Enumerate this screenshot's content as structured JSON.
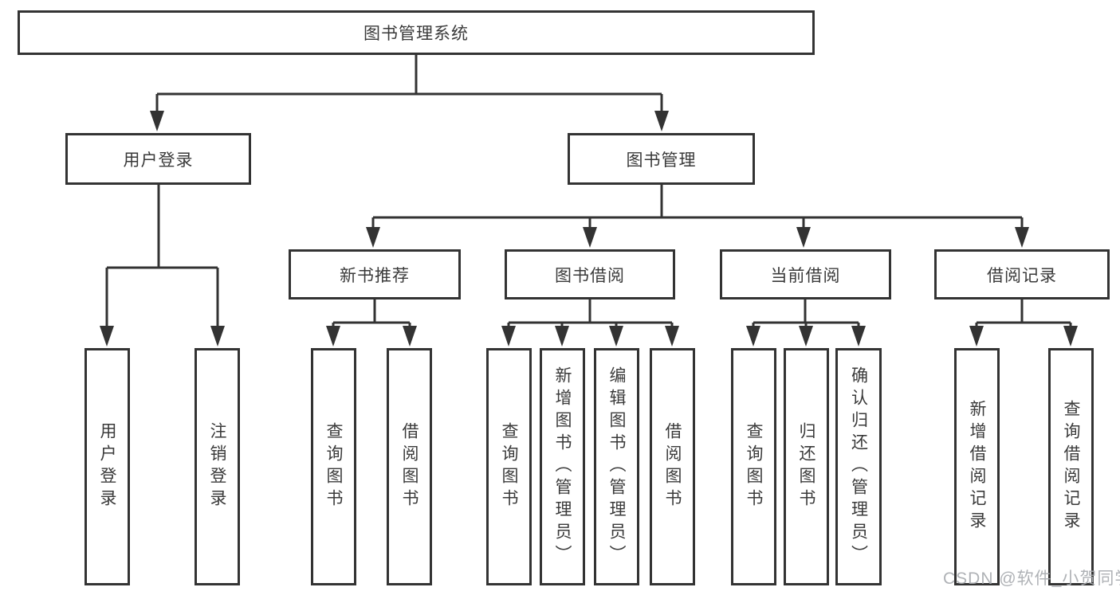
{
  "diagram": {
    "root": "图书管理系统",
    "user_branch": {
      "label": "用户登录",
      "children": [
        "用户登录",
        "注销登录"
      ]
    },
    "book_branch": {
      "label": "图书管理",
      "groups": [
        {
          "label": "新书推荐",
          "children": [
            "查询图书",
            "借阅图书"
          ]
        },
        {
          "label": "图书借阅",
          "children": [
            "查询图书",
            "新增图书（管理员）",
            "编辑图书（管理员）",
            "借阅图书"
          ]
        },
        {
          "label": "当前借阅",
          "children": [
            "查询图书",
            "归还图书",
            "确认归还（管理员）"
          ]
        },
        {
          "label": "借阅记录",
          "children": [
            "新增借阅记录",
            "查询借阅记录"
          ]
        }
      ]
    }
  },
  "watermark": "CSDN @软件_小贺同学",
  "colors": {
    "line": "#333333",
    "text": "#3a3a3a",
    "watermark": "#a9acb0"
  }
}
